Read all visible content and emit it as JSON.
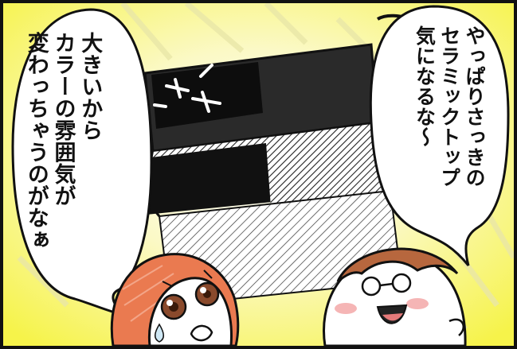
{
  "speech": {
    "left": "大きいから\nカラーの雰囲気が\n変わっちゃうのがなぁ",
    "right": "やっぱりさっきの\nセラミックトップ\n気になるな～"
  },
  "colors": {
    "background_glow": "#f6f34a",
    "bubble_fill": "#ffffff",
    "outline": "#111111",
    "hood_orange": "#ea7a50",
    "hair_brown": "#b7673e",
    "blush": "#f2a2a2",
    "eye_brown": "#8a4a2c"
  },
  "icons": [
    "stove-illustration",
    "speech-bubble",
    "character-face"
  ]
}
